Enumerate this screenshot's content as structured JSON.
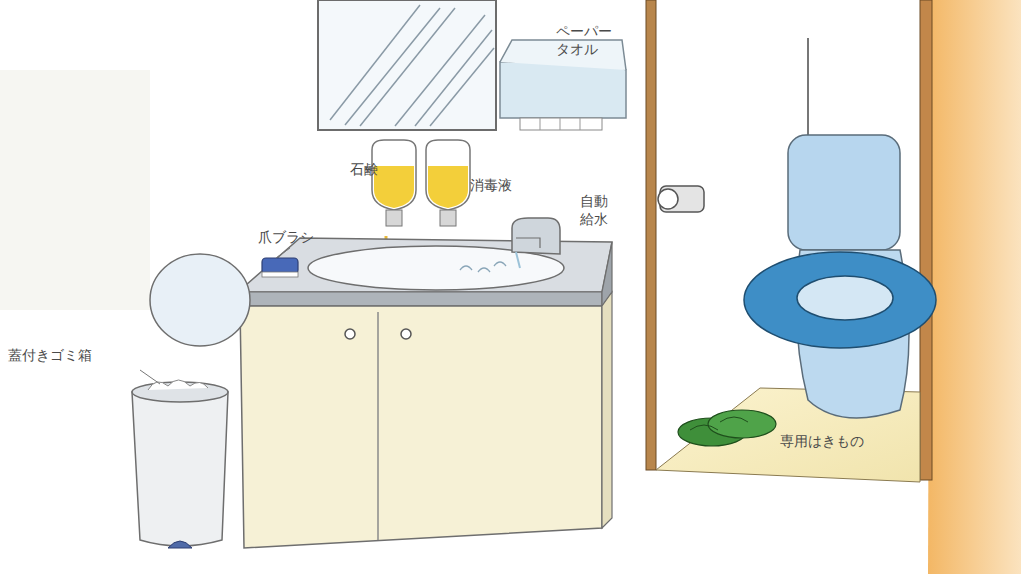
{
  "diagram": {
    "labels": [
      "ペーパー タオル",
      "石鹸",
      "消毒液",
      "自動 給水",
      "爪ブラシ",
      "蓋付きゴミ箱",
      "専用はきもの"
    ]
  }
}
